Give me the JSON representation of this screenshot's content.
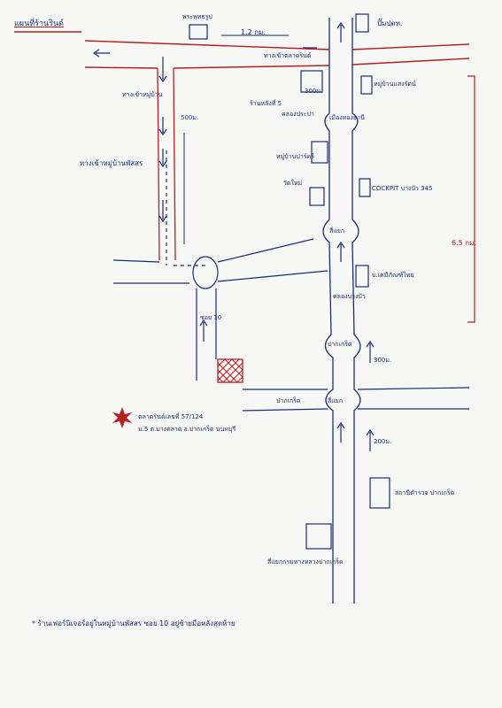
{
  "map_title": "แผนที่ร้านรินด์",
  "labels": {
    "top_box": "พระพุทธรูป",
    "distance_top": "1.2 กม.",
    "entrance_market": "ทางเข้าตลาดรินด์",
    "gas_station": "ปั๊มปตท.",
    "shop_near": "ร้านหลังที่ 5",
    "dist_300_top": "300ม.",
    "village_mid": "หมู่บ้านแสงรัตน์",
    "new_town_market": "เมืองทองธานี",
    "central_junction": "คลองประปา",
    "road_label_left": "ทางเข้าหมู่บ้านพัสสร",
    "dist_500": "500ม.",
    "road_shop_left": "ทางเข้าหมู่บ้าน",
    "village_right": "หมู่บ้านปาร์คร์",
    "cockpit": "COCKPIT บางบัว 345",
    "temple_right": "วัดใหม่",
    "distance_65": "6.5 กม.",
    "police": "บ.เคมีภัณฑ์ไทย",
    "intersection_1": "สี่แยก",
    "khlong_road": "คลองบางบัว",
    "soi_label": "ซอย 10",
    "pak_kret_junction": "ปากเกร็ด",
    "signal_2": "สี่แยก",
    "dist_300_mid": "300ม.",
    "pak_kret_left": "ปากเกร็ด",
    "dist_200": "200ม.",
    "pak_kret_police": "สถานีตำรวจ ปากเกร็ด",
    "address_line1": "ตลาดรินด์เลขที่ 57/124",
    "address_line2": "ม.5 ต.บางตลาด อ.ปากเกร็ด นนทบุรี",
    "bottom_box": "สี่แยกกรมทางหลวงปากเกร็ด",
    "footnote": "* ร้านเฟอร์นิเจอร์อยู่ในหมู่บ้านพัสสร ซอย 10 อยู่ซ้ายมือหลังสุดท้าย"
  },
  "colors": {
    "ink": "#1c2b7a",
    "red": "#b52020"
  }
}
